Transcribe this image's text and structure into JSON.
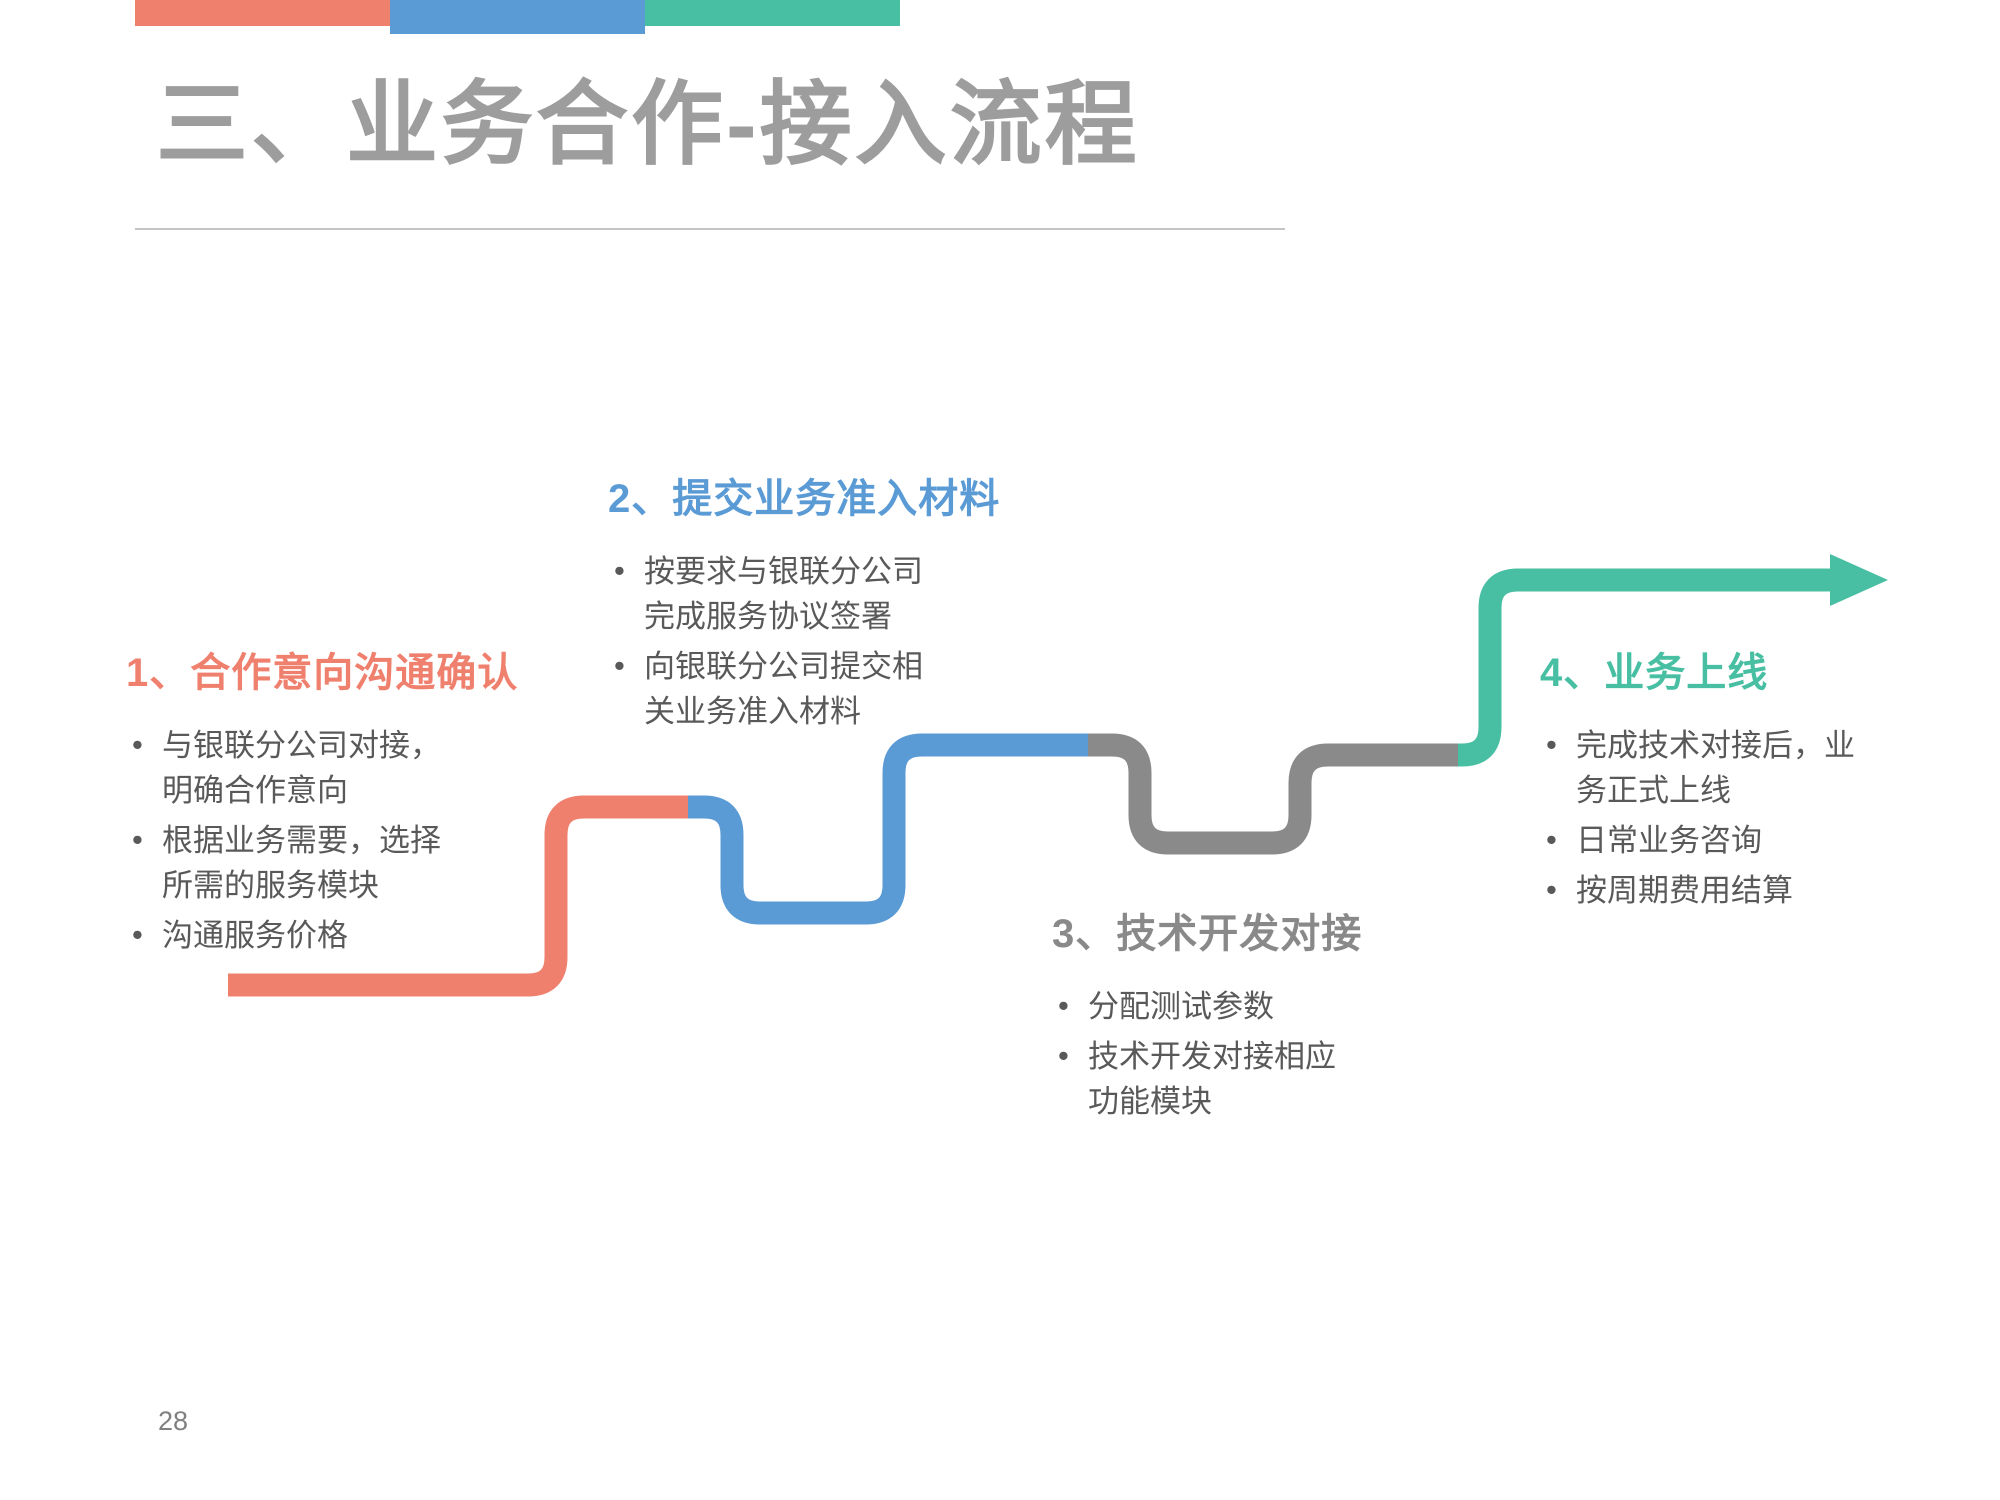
{
  "slide": {
    "title": "三、业务合作-接入流程",
    "page_number": "28"
  },
  "accent_bar": {
    "colors": [
      "#F0806E",
      "#5B9BD5",
      "#48BFA2"
    ]
  },
  "steps": [
    {
      "title": "1、合作意向沟通确认",
      "color": "#F0806E",
      "bullets": [
        "与银联分公司对接，\n明确合作意向",
        "根据业务需要，选择\n所需的服务模块",
        "沟通服务价格"
      ]
    },
    {
      "title": "2、提交业务准入材料",
      "color": "#5B9BD5",
      "bullets": [
        "按要求与银联分公司\n完成服务协议签署",
        "向银联分公司提交相\n关业务准入材料"
      ]
    },
    {
      "title": "3、技术开发对接",
      "color": "#8A8A8A",
      "bullets": [
        "分配测试参数",
        "技术开发对接相应\n功能模块"
      ]
    },
    {
      "title": "4、业务上线",
      "color": "#48BFA2",
      "bullets": [
        "完成技术对接后，业\n务正式上线",
        "日常业务咨询",
        "按周期费用结算"
      ]
    }
  ]
}
